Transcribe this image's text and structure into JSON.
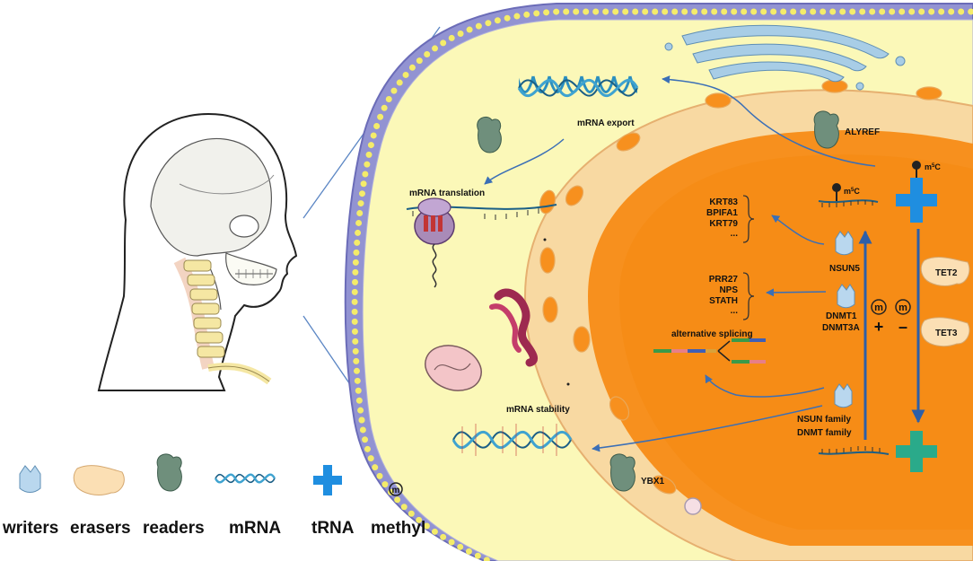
{
  "labels": {
    "mrna_export": "mRNA export",
    "mrna_translation": "mRNA translation",
    "mrna_stability": "mRNA stability",
    "alternative_splicing": "alternative splicing",
    "alyref": "ALYREF",
    "ybx1": "YBX1",
    "nsun5": "NSUN5",
    "dnmt1": "DNMT1",
    "dnmt3a": "DNMT3A",
    "nsun_family": "NSUN family",
    "dnmt_family": "DNMT family",
    "tet2": "TET2",
    "tet3": "TET3",
    "m5c_left": "m5C",
    "m5c_right": "m5C",
    "m_symbol": "m",
    "plus": "+",
    "minus": "–",
    "genes_group1": [
      "KRT83",
      "BPIFA1",
      "KRT79",
      "..."
    ],
    "genes_group2": [
      "PRR27",
      "NPS",
      "STATH",
      "..."
    ]
  },
  "legend": [
    {
      "icon": "writer-icon",
      "label": "writers"
    },
    {
      "icon": "eraser-icon",
      "label": "erasers"
    },
    {
      "icon": "reader-icon",
      "label": "readers"
    },
    {
      "icon": "mrna-icon",
      "label": "mRNA"
    },
    {
      "icon": "trna-icon",
      "label": "tRNA"
    },
    {
      "icon": "methyl-icon",
      "label": "methyl"
    }
  ],
  "colors": {
    "cytoplasm": "#fbf8b8",
    "membrane": "#8e8fd0",
    "membrane_dots": "#f4ec6a",
    "nucleus": "#f7901e",
    "nuclear_envelope": "#f8d9a2",
    "arrow": "#3b6fb6",
    "writer": "#b9d7ee",
    "eraser": "#fbdfb4",
    "reader": "#6f8f7c",
    "trna": "#1f8ee0",
    "trna_green": "#2aaa8a"
  }
}
